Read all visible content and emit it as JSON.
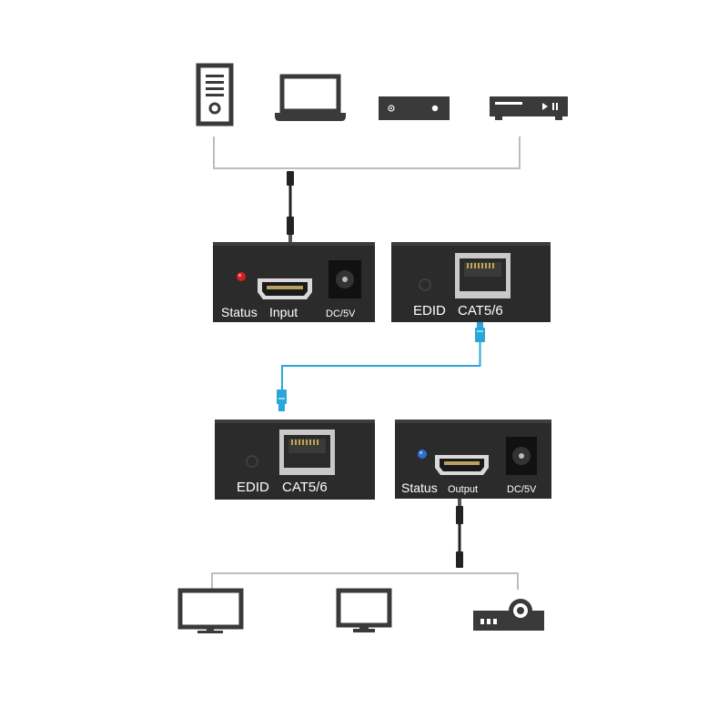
{
  "source_devices": [
    {
      "icon": "desktop-tower-icon"
    },
    {
      "icon": "laptop-icon"
    },
    {
      "icon": "set-top-box-icon"
    },
    {
      "icon": "dvd-player-icon"
    }
  ],
  "display_devices": [
    {
      "icon": "monitor-icon"
    },
    {
      "icon": "tv-icon"
    },
    {
      "icon": "projector-icon"
    }
  ],
  "transmitter": {
    "front_panel": {
      "status_label": "Status",
      "port_label": "Input",
      "power_label": "DC/5V",
      "led_color": "#d62020"
    },
    "rear_panel": {
      "edid_label": "EDID",
      "port_label": "CAT5/6"
    }
  },
  "receiver": {
    "rear_panel": {
      "edid_label": "EDID",
      "port_label": "CAT5/6"
    },
    "front_panel": {
      "status_label": "Status",
      "port_label": "Output",
      "power_label": "DC/5V",
      "led_color": "#2f6fd0"
    }
  },
  "colors": {
    "device_body": "#2b2b2b",
    "icon": "#3a3a3a",
    "hdmi_cable": "#222222",
    "network_cable": "#2ba6d9"
  }
}
